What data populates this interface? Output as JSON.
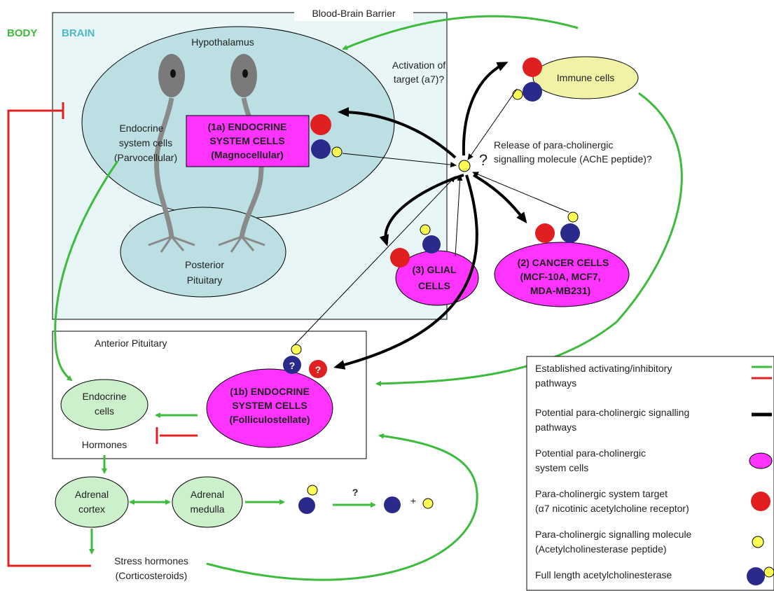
{
  "labels": {
    "body": "BODY",
    "brain": "BRAIN",
    "bbb": "Blood-Brain Barrier",
    "hypothalamus": "Hypothalamus",
    "endocrine_parvo": [
      "Endocrine",
      "system cells",
      "(Parvocellular)"
    ],
    "magno": [
      "(1a) ENDOCRINE",
      "SYSTEM CELLS",
      "(Magnocellular)"
    ],
    "posterior": [
      "Posterior",
      "Pituitary"
    ],
    "activation": [
      "Activation of",
      "target (a7)?"
    ],
    "release": [
      "Release of para-cholinergic",
      "signalling molecule (AChE peptide)?"
    ],
    "question": "?",
    "immune": "Immune cells",
    "glial": [
      "(3) GLIAL",
      "CELLS"
    ],
    "cancer": [
      "(2) CANCER CELLS",
      "(MCF-10A, MCF7,",
      "MDA-MB231)"
    ],
    "anterior": "Anterior Pituitary",
    "folliculo": [
      "(1b) ENDOCRINE",
      "SYSTEM CELLS",
      "(Folliculostellate)"
    ],
    "endocrine_cells": [
      "Endocrine",
      "cells"
    ],
    "hormones": "Hormones",
    "adrenal_cortex": [
      "Adrenal",
      "cortex"
    ],
    "adrenal_medulla": [
      "Adrenal",
      "medulla"
    ],
    "stress": [
      "Stress hormones",
      "(Corticosteroids)"
    ],
    "plus": "+"
  },
  "legend": [
    [
      "Established activating/inhibitory",
      "pathways"
    ],
    [
      "Potential para-cholinergic signalling",
      "pathways"
    ],
    [
      "Potential para-cholinergic",
      "system cells"
    ],
    [
      "Para-cholinergic system target",
      "(α7 nicotinic acetylcholine receptor)"
    ],
    [
      "Para-cholinergic signalling molecule",
      "(Acetylcholinesterase peptide)"
    ],
    [
      "Full length acetylcholinesterase"
    ]
  ],
  "colors": {
    "green": "#3dbb3d",
    "red": "#e02020",
    "magenta": "#ff33ff",
    "navy": "#2a2a8a",
    "yellow": "#ffff55",
    "brain_bg": "#e8f6f8",
    "ellipse": "#bcdfe3",
    "light_green": "#ccf0cc",
    "immune": "#f2f2a6"
  }
}
